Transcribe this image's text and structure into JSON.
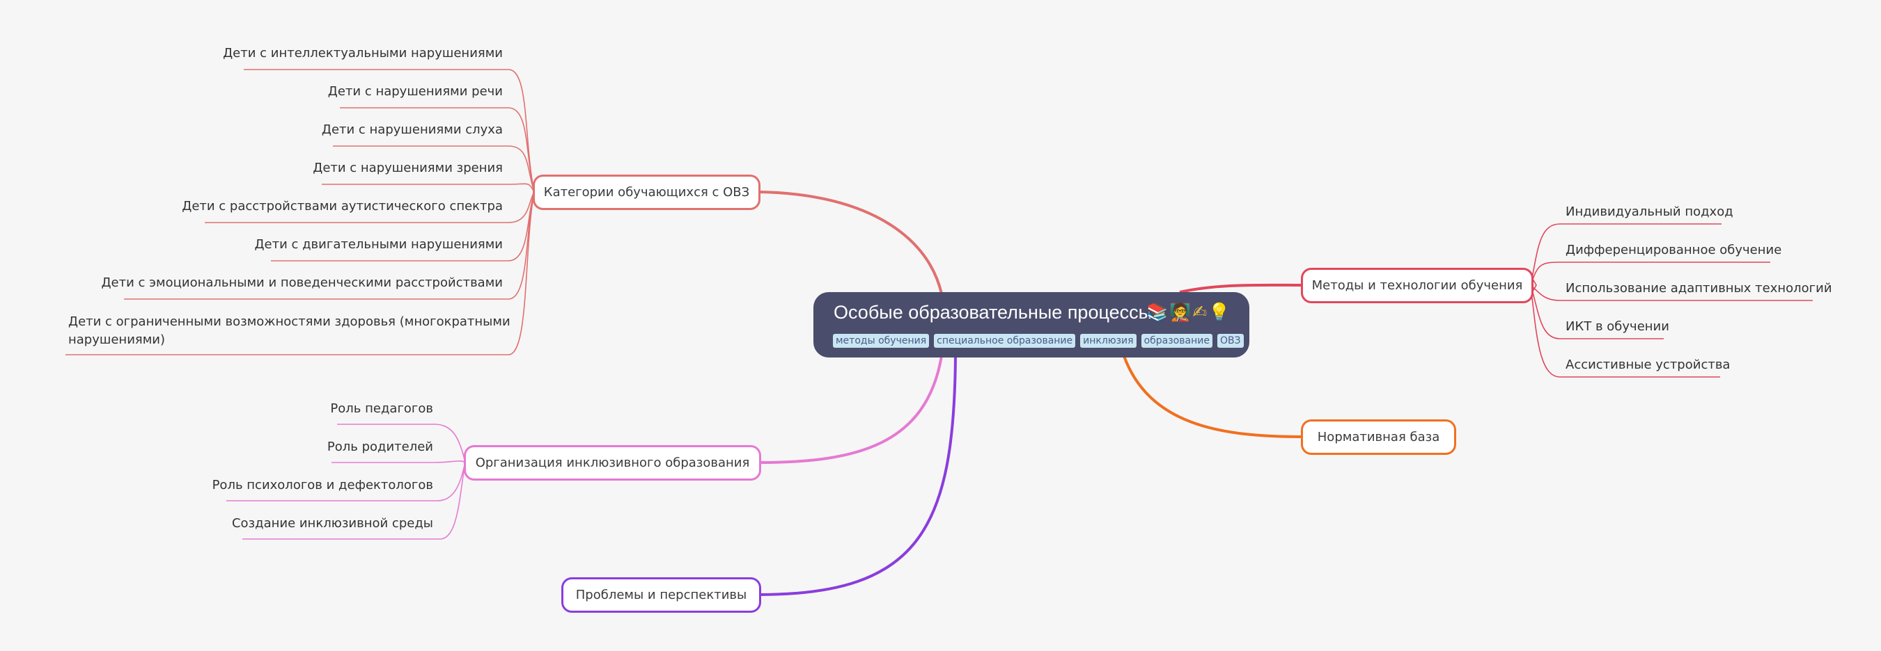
{
  "central": {
    "title": "Особые образовательные процессы",
    "emojis": [
      "📚",
      "🧑‍🏫",
      "✍",
      "💡"
    ],
    "tags": [
      "методы обучения",
      "специальное образование",
      "инклюзия",
      "образование",
      "ОВЗ"
    ]
  },
  "branches": {
    "categories": {
      "label": "Категории обучающихся с ОВЗ",
      "color": "#e0706f",
      "children": [
        "Дети с интеллектуальными нарушениями",
        "Дети с нарушениями речи",
        "Дети с нарушениями слуха",
        "Дети с нарушениями зрения",
        "Дети с расстройствами аутистического спектра",
        "Дети с двигательными нарушениями",
        "Дети с  эмоциональными и поведенческими расстройствами",
        "Дети с  ограниченными возможностями здоровья (многократными нарушениями)"
      ]
    },
    "organization": {
      "label": "Организация инклюзивного образования",
      "color": "#e57ad2",
      "children": [
        "Роль педагогов",
        "Роль родителей",
        "Роль психологов и дефектологов",
        "Создание инклюзивной среды"
      ]
    },
    "problems": {
      "label": "Проблемы и перспективы",
      "color": "#8a3ddd",
      "children": []
    },
    "methods": {
      "label": "Методы и технологии обучения",
      "color": "#e0475b",
      "children": [
        "Индивидуальный подход",
        "Дифференцированное обучение",
        "Использование адаптивных технологий",
        "ИКТ в обучении",
        "Ассистивные устройства"
      ]
    },
    "regulatory": {
      "label": "Нормативная база",
      "color": "#f07020",
      "children": []
    }
  }
}
